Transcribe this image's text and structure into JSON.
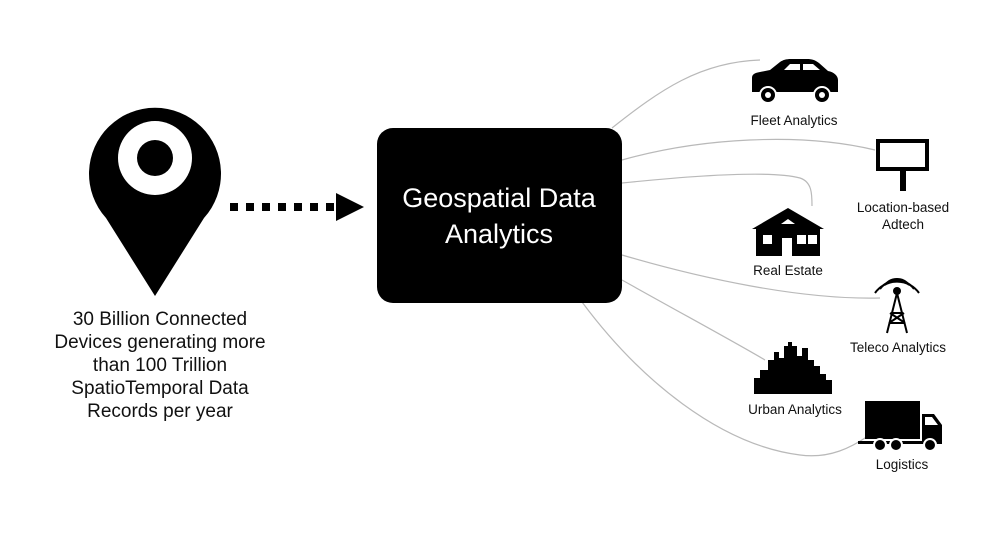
{
  "source": {
    "caption_lines": [
      "30 Billion Connected",
      "Devices generating more",
      "than 100 Trillion",
      "SpatioTemporal Data",
      "Records per year"
    ]
  },
  "hub": {
    "title_lines": [
      "Geospatial Data",
      "Analytics"
    ]
  },
  "applications": [
    {
      "name": "car-icon",
      "label": "Fleet Analytics"
    },
    {
      "name": "billboard-icon",
      "label_lines": [
        "Location-based",
        "Adtech"
      ]
    },
    {
      "name": "house-icon",
      "label": "Real Estate"
    },
    {
      "name": "antenna-tower-icon",
      "label": "Teleco Analytics"
    },
    {
      "name": "city-skyline-icon",
      "label": "Urban Analytics"
    },
    {
      "name": "truck-icon",
      "label": "Logistics"
    }
  ],
  "colors": {
    "primary": "#000000",
    "background": "#ffffff",
    "connector": "#b9b9b9"
  }
}
